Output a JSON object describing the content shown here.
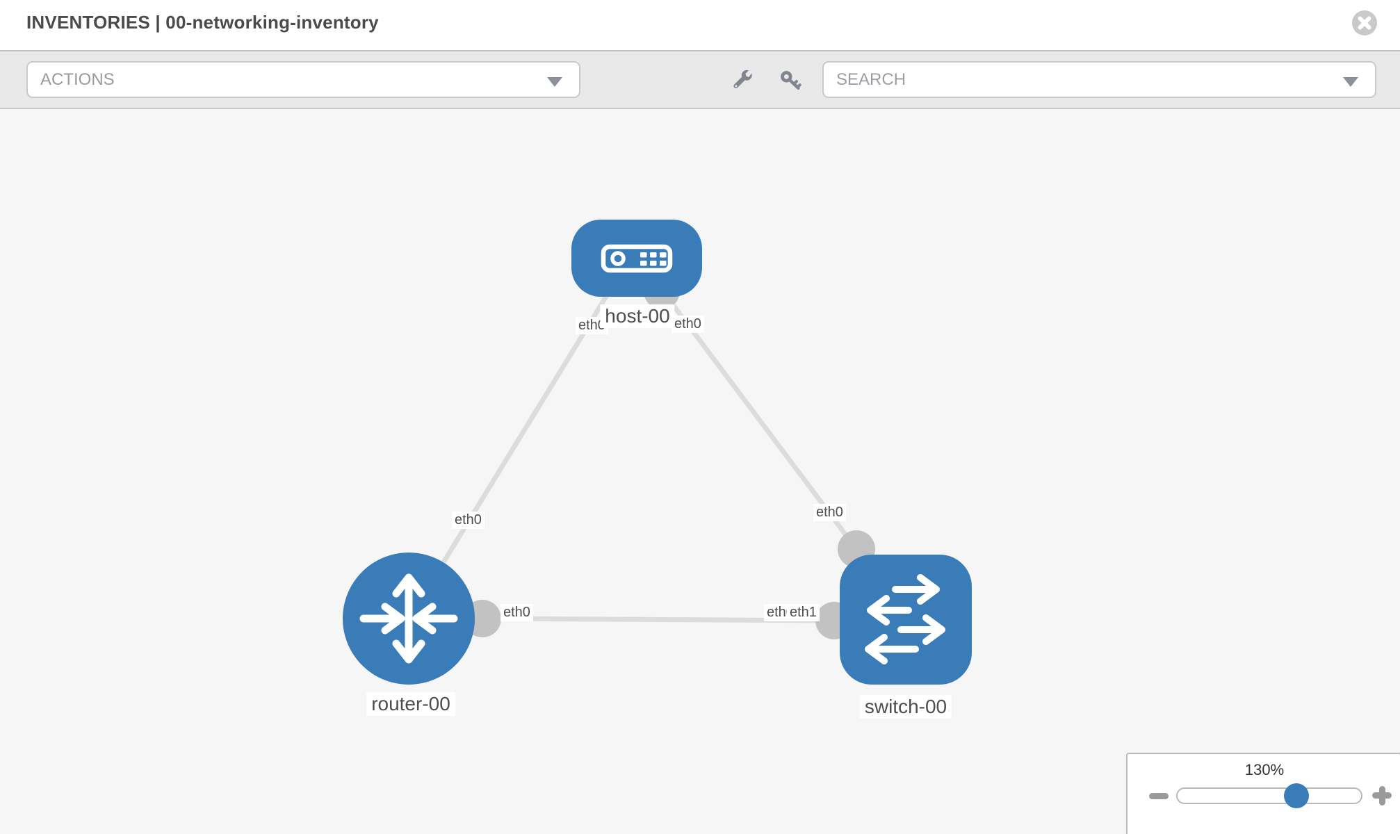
{
  "window": {
    "title": "INVENTORIES | 00-networking-inventory"
  },
  "toolbar": {
    "actions_dropdown": {
      "label": "ACTIONS"
    },
    "search_dropdown": {
      "placeholder": "SEARCH"
    },
    "icons": [
      "wrench-icon",
      "key-icon"
    ]
  },
  "topology": {
    "nodes": [
      {
        "id": "host-00",
        "type": "host",
        "label": "host-00"
      },
      {
        "id": "router-00",
        "type": "router",
        "label": "router-00"
      },
      {
        "id": "switch-00",
        "type": "switch",
        "label": "switch-00"
      }
    ],
    "links": [
      {
        "source": "host-00",
        "source_interface": "eth0",
        "target": "router-00",
        "target_interface": "eth0"
      },
      {
        "source": "host-00",
        "source_interface": "eth0",
        "target": "switch-00",
        "target_interface": "eth0"
      },
      {
        "source": "router-00",
        "source_interface": "eth0",
        "target": "switch-00",
        "target_interface": "eth1"
      }
    ],
    "partially_hidden_interface_label": "eth0"
  },
  "zoom_control": {
    "value": "130%",
    "minus_icon": "minus-icon",
    "plus_icon": "plus-icon"
  },
  "colors": {
    "node-blue": "#3a7cb8",
    "link-gray": "#dcdcdc",
    "connector-gray": "#c2c2c2",
    "icon-gray": "#80858e",
    "canvas-bg": "#f6f6f6",
    "slider-handle": "#3a7cb8"
  }
}
